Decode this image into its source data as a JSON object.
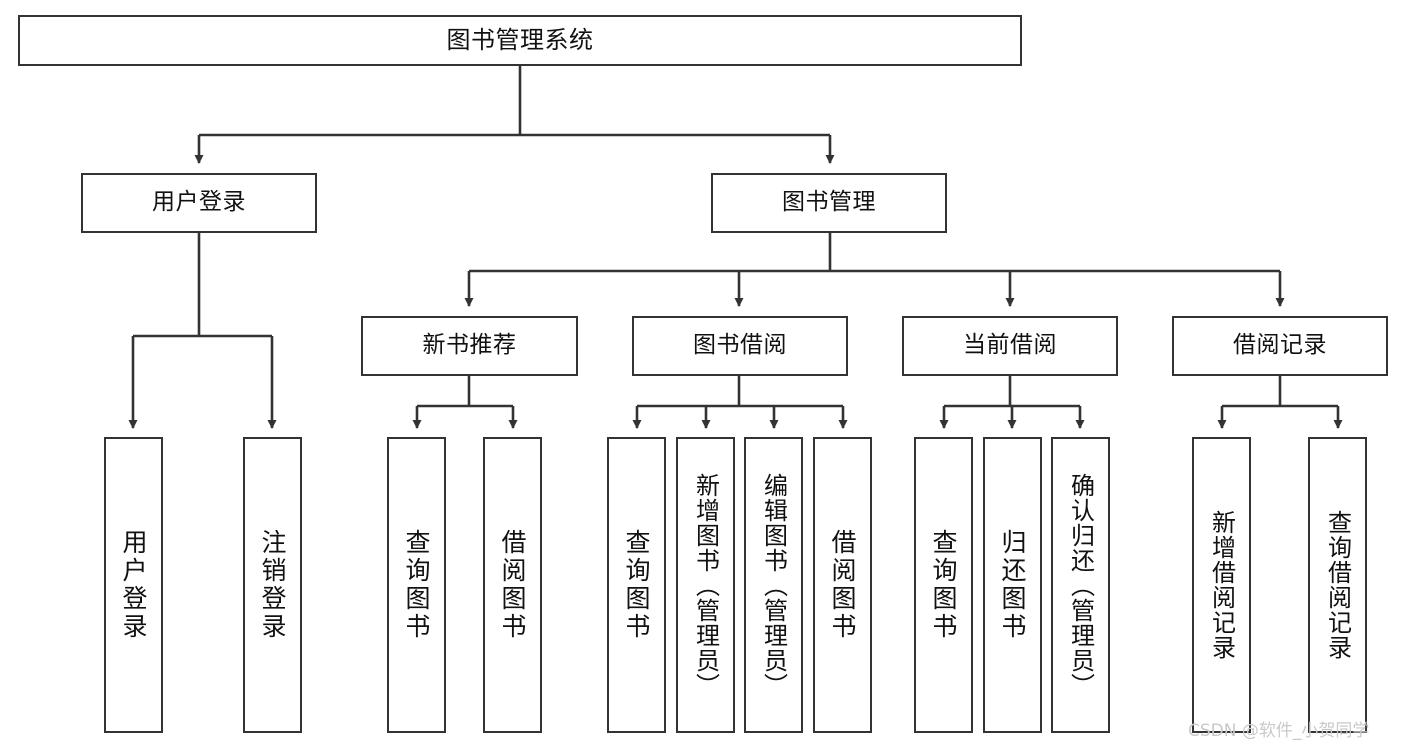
{
  "diagram": {
    "type": "tree",
    "title": "图书管理系统",
    "orientation": "top-down",
    "colors": {
      "box_border": "#333333",
      "box_fill": "#ffffff",
      "edge": "#333333",
      "text": "#111111",
      "watermark": "#c9c9c9"
    }
  },
  "watermark": {
    "text": "CSDN @软件_小贺同学"
  },
  "nodes": {
    "root": {
      "label": "图书管理系统"
    },
    "level2": [
      {
        "label": "用户登录"
      },
      {
        "label": "图书管理"
      }
    ],
    "level3": [
      {
        "label": "新书推荐"
      },
      {
        "label": "图书借阅"
      },
      {
        "label": "当前借阅"
      },
      {
        "label": "借阅记录"
      }
    ],
    "leaves_user_login": [
      {
        "label": "用户登录"
      },
      {
        "label": "注销登录"
      }
    ],
    "leaves_new_book": [
      {
        "label": "查询图书"
      },
      {
        "label": "借阅图书"
      }
    ],
    "leaves_borrow": [
      {
        "label": "查询图书"
      },
      {
        "label": "新增图书（管理员）"
      },
      {
        "label": "编辑图书（管理员）"
      },
      {
        "label": "借阅图书"
      }
    ],
    "leaves_current": [
      {
        "label": "查询图书"
      },
      {
        "label": "归还图书"
      },
      {
        "label": "确认归还（管理员）"
      }
    ],
    "leaves_record": [
      {
        "label": "新增借阅记录"
      },
      {
        "label": "查询借阅记录"
      }
    ]
  }
}
